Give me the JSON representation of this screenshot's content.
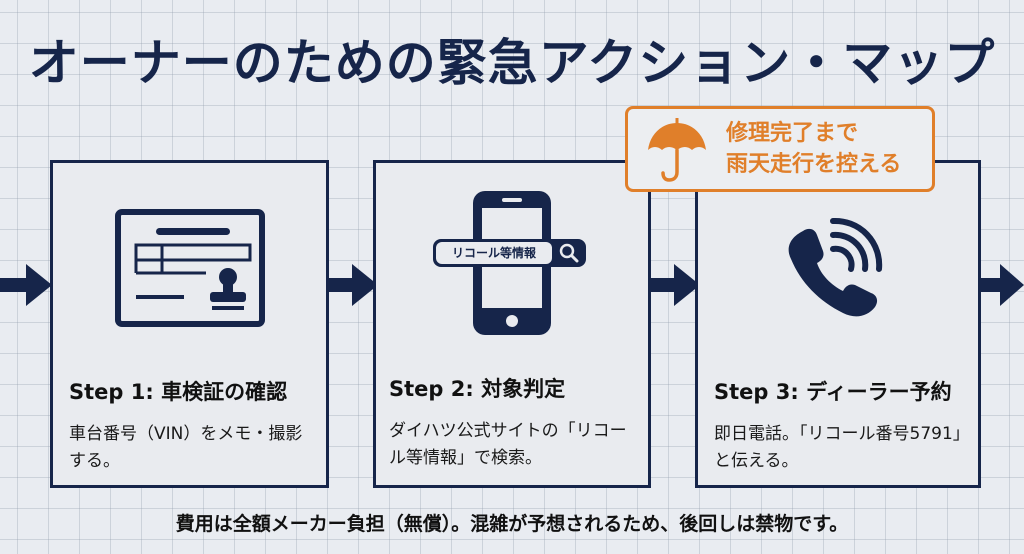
{
  "title": "オーナーのための緊急アクション・マップ",
  "colors": {
    "navy": "#16254a",
    "orange": "#e07f2a",
    "background": "#e9ecf1"
  },
  "callout": {
    "icon": "umbrella-icon",
    "line1": "修理完了まで",
    "line2": "雨天走行を控える"
  },
  "steps": [
    {
      "icon": "vehicle-certificate-icon",
      "title": "Step 1: 車検証の確認",
      "description": "車台番号（VIN）をメモ・撮影する。"
    },
    {
      "icon": "smartphone-search-icon",
      "search_text": "リコール等情報",
      "title": "Step 2: 対象判定",
      "description": "ダイハツ公式サイトの「リコール等情報」で検索。"
    },
    {
      "icon": "phone-call-icon",
      "title": "Step 3: ディーラー予約",
      "description": "即日電話。「リコール番号5791」と伝える。"
    }
  ],
  "footer": "費用は全額メーカー負担（無償）。混雑が予想されるため、後回しは禁物です。"
}
